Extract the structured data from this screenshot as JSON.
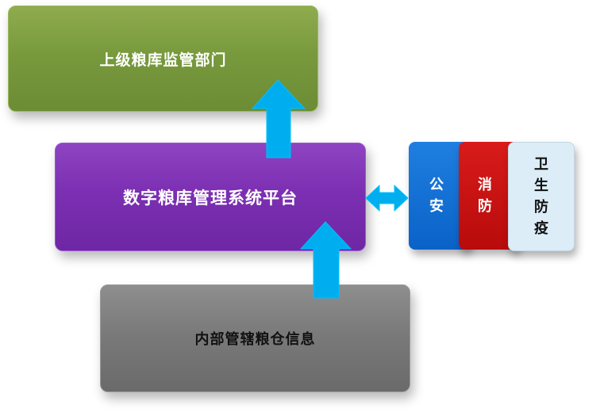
{
  "nodes": {
    "top": "上级粮库监管部门",
    "center": "数字粮库管理系统平台",
    "bottom": "内部管辖粮仓信息"
  },
  "services": {
    "police": [
      "公",
      "安"
    ],
    "fire": [
      "消",
      "防"
    ],
    "health": [
      "卫",
      "生",
      "防",
      "疫"
    ]
  },
  "colors": {
    "top": "#789a3d",
    "center": "#7c2fb2",
    "bottom": "#7a7a7a",
    "police": "#0a62c8",
    "fire": "#c20f0f",
    "health": "#dcedf7",
    "arrow": "#00aeef"
  }
}
